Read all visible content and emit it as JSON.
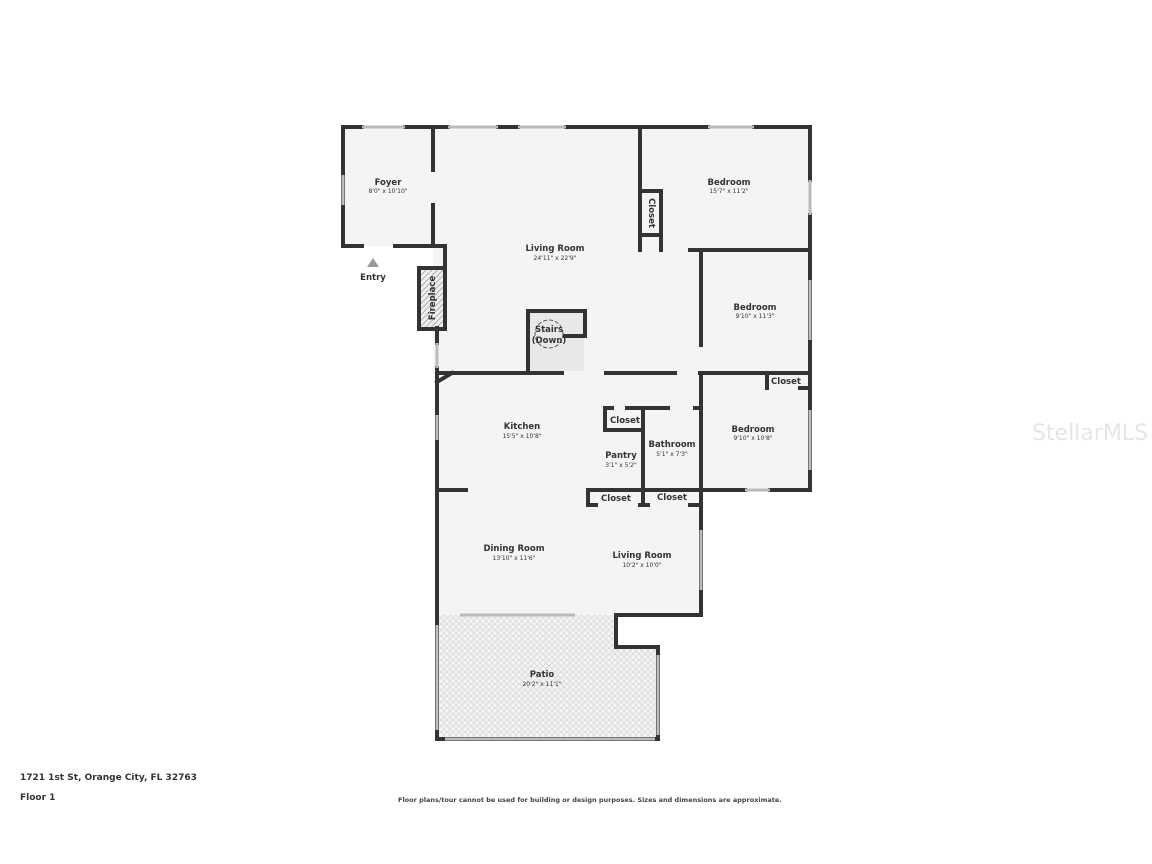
{
  "address": "1721 1st St, Orange City, FL 32763",
  "floor": "Floor 1",
  "disclaimer": "Floor plans/tour cannot be used for building or design purposes. Sizes and dimensions are approximate.",
  "watermark": "StellarMLS",
  "entry_label": "Entry",
  "fireplace_label": "Fireplace",
  "stairs_label": [
    "Stairs",
    "(Down)"
  ],
  "rooms": {
    "foyer": {
      "name": "Foyer",
      "dims": "8'0\" x 10'10\""
    },
    "living1": {
      "name": "Living Room",
      "dims": "24'11\" x 22'9\""
    },
    "bedroom1": {
      "name": "Bedroom",
      "dims": "15'7\" x 11'2\""
    },
    "bedroom2": {
      "name": "Bedroom",
      "dims": "9'10\" x 11'3\""
    },
    "bedroom3": {
      "name": "Bedroom",
      "dims": "9'10\" x 10'8\""
    },
    "kitchen": {
      "name": "Kitchen",
      "dims": "15'5\" x 10'8\""
    },
    "pantry": {
      "name": "Pantry",
      "dims": "3'1\" x 5'2\""
    },
    "bathroom": {
      "name": "Bathroom",
      "dims": "5'1\" x 7'3\""
    },
    "dining": {
      "name": "Dining Room",
      "dims": "13'10\" x 11'6\""
    },
    "living2": {
      "name": "Living Room",
      "dims": "10'2\" x 10'0\""
    },
    "patio": {
      "name": "Patio",
      "dims": "20'2\" x 11'1\""
    }
  },
  "closet_label": "Closet",
  "colors": {
    "wall": "#333333",
    "floor": "#f4f4f4",
    "window": "#bbbbbb"
  }
}
